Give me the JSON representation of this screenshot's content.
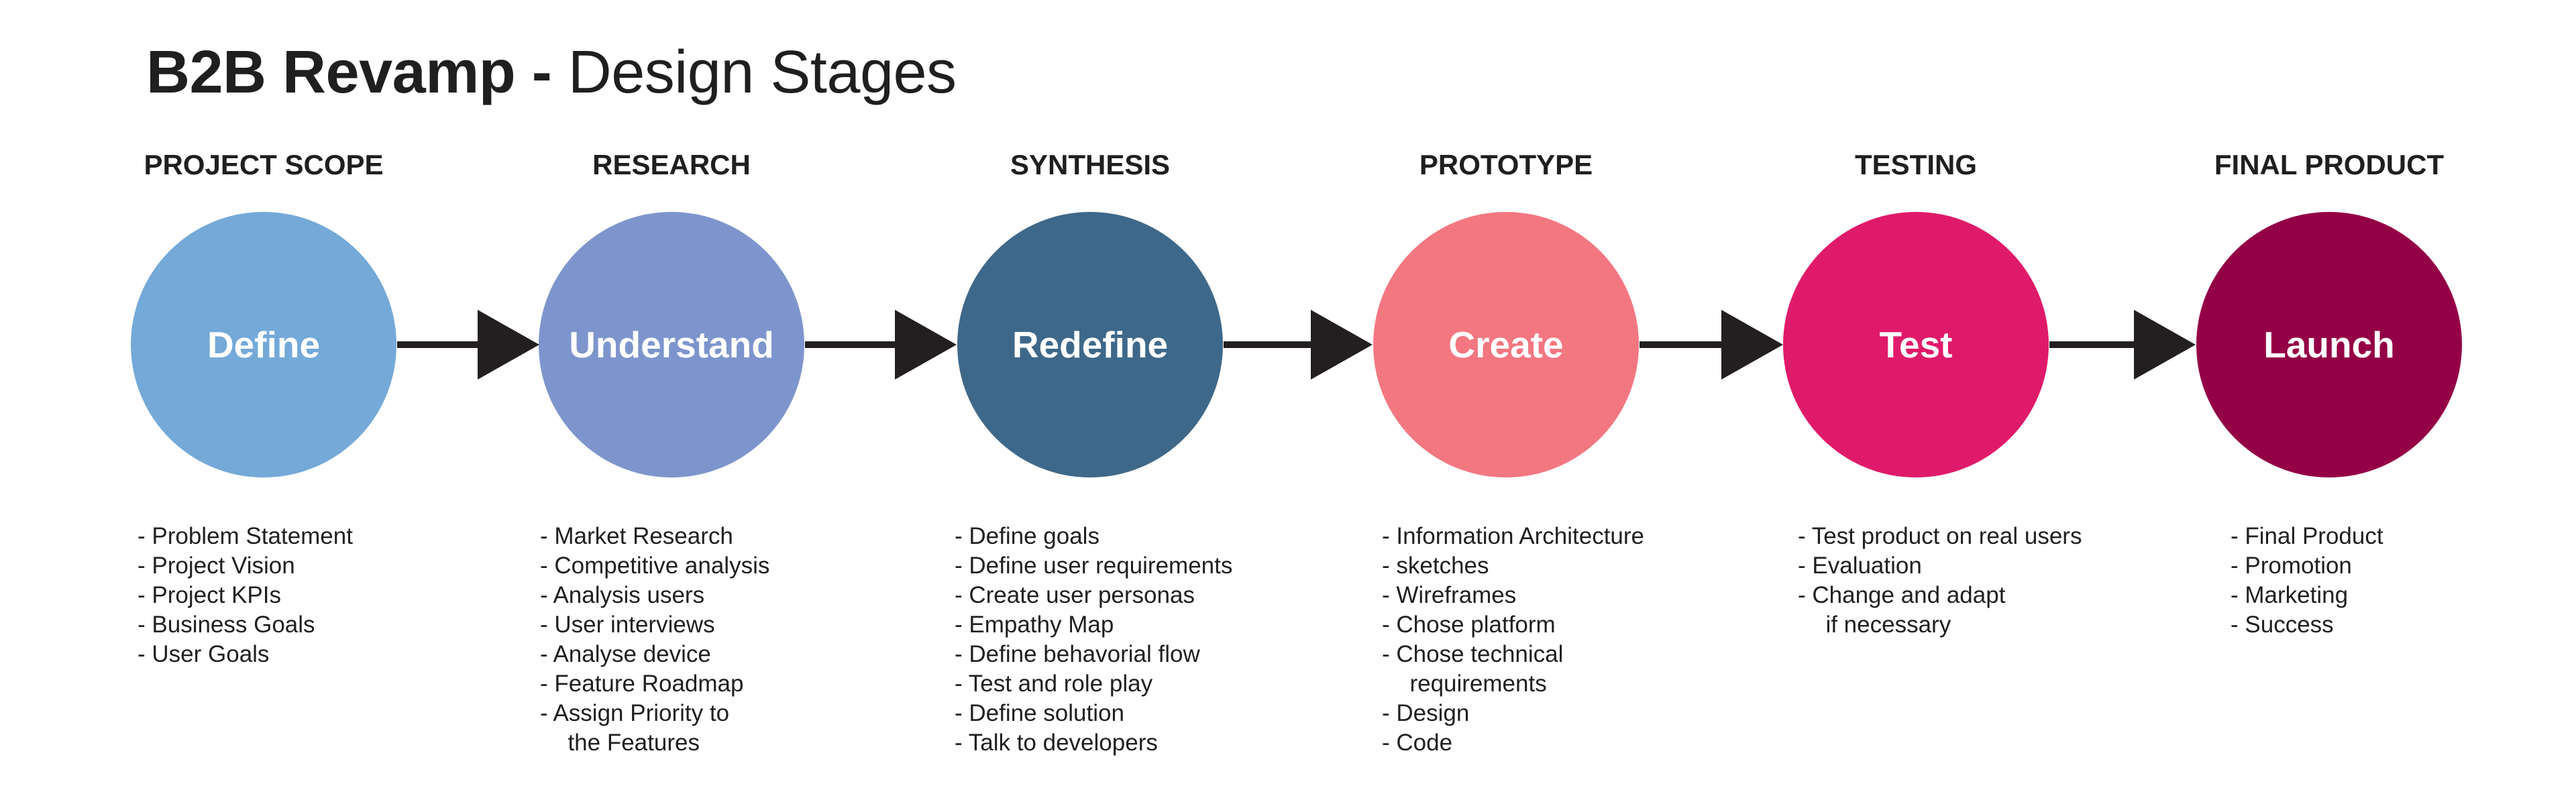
{
  "title": {
    "bold": "B2B Revamp -",
    "light": "Design Stages"
  },
  "stages": [
    {
      "heading": "PROJECT SCOPE",
      "label": "Define",
      "color": "#74a9d8",
      "bullets": [
        "- Problem Statement",
        "- Project Vision",
        "- Project KPIs",
        "- Business Goals",
        "- User Goals"
      ]
    },
    {
      "heading": "RESEARCH",
      "label": "Understand",
      "color": "#7d95cc",
      "bullets": [
        "- Market Research",
        "- Competitive analysis",
        "- Analysis users",
        "- User interviews",
        "- Analyse device",
        "- Feature Roadmap",
        "- Assign Priority to\n  the Features"
      ]
    },
    {
      "heading": "SYNTHESIS",
      "label": "Redefine",
      "color": "#3e6889",
      "bullets": [
        "- Define goals",
        "- Define user requirements",
        "- Create user personas",
        "- Empathy Map",
        "- Define behavorial flow",
        "- Test and role play",
        "- Define solution",
        "- Talk to developers"
      ]
    },
    {
      "heading": "PROTOTYPE",
      "label": "Create",
      "color": "#f37781",
      "bullets": [
        "- Information Architecture",
        "- sketches",
        "- Wireframes",
        "- Chose platform",
        "- Chose technical\n  requirements",
        "- Design",
        "- Code"
      ]
    },
    {
      "heading": "TESTING",
      "label": "Test",
      "color": "#e01a6a",
      "bullets": [
        "- Test product on real users",
        "- Evaluation",
        "- Change and adapt\n  if necessary"
      ]
    },
    {
      "heading": "FINAL PRODUCT",
      "label": "Launch",
      "color": "#940046",
      "bullets": [
        "- Final Product",
        "- Promotion",
        "- Marketing",
        "- Success"
      ]
    }
  ],
  "arrow_color": "#231f20"
}
